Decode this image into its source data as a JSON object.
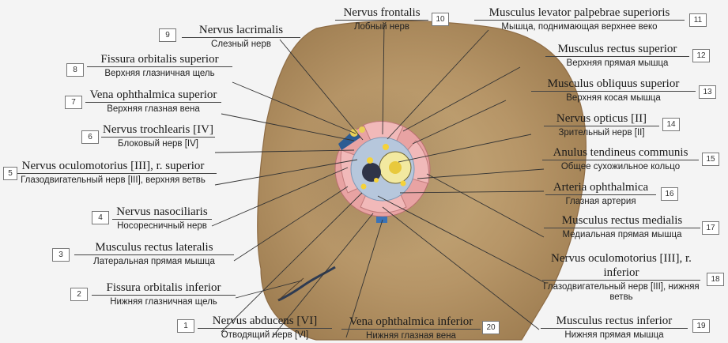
{
  "labels": [
    {
      "num": "9",
      "latin": "Nervus lacrimalis",
      "russian": "Слезный нерв"
    },
    {
      "num": "8",
      "latin": "Fissura orbitalis superior",
      "russian": "Верхняя глазничная щель"
    },
    {
      "num": "7",
      "latin": "Vena ophthalmica superior",
      "russian": "Верхняя глазная вена"
    },
    {
      "num": "6",
      "latin": "Nervus trochlearis [IV]",
      "russian": "Блоковый нерв [IV]"
    },
    {
      "num": "5",
      "latin": "Nervus oculomotorius [III], r. superior",
      "russian": "Глазодвигательный нерв [III], верхняя ветвь"
    },
    {
      "num": "4",
      "latin": "Nervus nasociliaris",
      "russian": "Носоресничный нерв"
    },
    {
      "num": "3",
      "latin": "Musculus rectus lateralis",
      "russian": "Латеральная прямая мышца"
    },
    {
      "num": "2",
      "latin": "Fissura orbitalis inferior",
      "russian": "Нижняя глазничная щель"
    },
    {
      "num": "1",
      "latin": "Nervus abducens [VI]",
      "russian": "Отводящий нерв [VI]"
    },
    {
      "num": "10",
      "latin": "Nervus frontalis",
      "russian": "Лобный нерв"
    },
    {
      "num": "20",
      "latin": "Vena ophthalmica inferior",
      "russian": "Нижняя глазная вена"
    },
    {
      "num": "11",
      "latin": "Musculus levator palpebrae superioris",
      "russian": "Мышца, поднимающая верхнее веко"
    },
    {
      "num": "12",
      "latin": "Musculus rectus superior",
      "russian": "Верхняя прямая мышца"
    },
    {
      "num": "13",
      "latin": "Musculus obliquus superior",
      "russian": "Верхняя косая мышца"
    },
    {
      "num": "14",
      "latin": "Nervus opticus [II]",
      "russian": "Зрительный нерв [II]"
    },
    {
      "num": "15",
      "latin": "Anulus tendineus communis",
      "russian": "Общее сухожильное кольцо"
    },
    {
      "num": "16",
      "latin": "Arteria ophthalmica",
      "russian": "Глазная артерия"
    },
    {
      "num": "17",
      "latin": "Musculus rectus medialis",
      "russian": "Медиальная прямая мышца"
    },
    {
      "num": "18",
      "latin": "Nervus oculomotorius [III], r. inferior",
      "russian": "Глазодвигательный нерв [III], нижняя ветвь"
    },
    {
      "num": "19",
      "latin": "Musculus rectus inferior",
      "russian": "Нижняя прямая мышца"
    }
  ]
}
